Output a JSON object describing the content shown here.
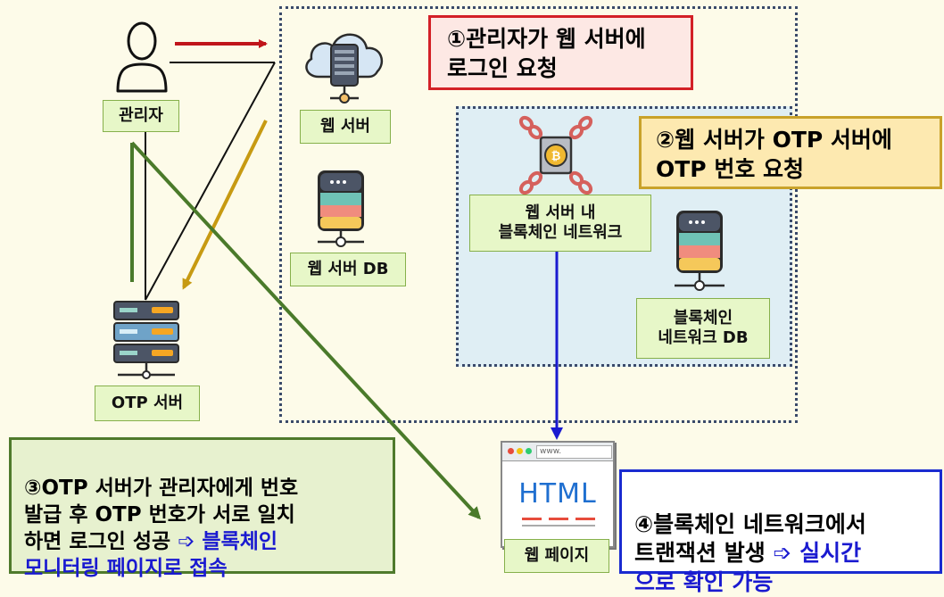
{
  "nodes": {
    "admin": "관리자",
    "web_server": "웹 서버",
    "web_db": "웹 서버 DB",
    "blockchain_in_web": "웹 서버 내\n블록체인 네트워크",
    "blockchain_db": "블록체인\n네트워크  DB",
    "otp_server": "OTP 서버",
    "web_page": "웹 페이지",
    "html_text": "HTML",
    "url_text": "www."
  },
  "steps": {
    "step1": "①관리자가 웹 서버에\n   로그인 요청",
    "step2": "②웹 서버가  OTP 서버에\n   OTP 번호 요청",
    "step3_a": "③OTP 서버가 관리자에게 번호\n   발급 후 OTP 번호가 서로 일치\n   하면 로그인 성공 ",
    "step3_b": "➩ 블록체인\n   모니터링 페이지로 접속",
    "step4_a": "④블록체인 네트워크에서\n   트랜잭션 발생 ",
    "step4_b": "➩ 실시간\n   으로 확인 가능"
  },
  "colors": {
    "arrow_red": "#c0151b",
    "arrow_gold": "#c79a12",
    "arrow_green": "#4a7a2a",
    "arrow_blue": "#1a1ad0",
    "label_bg": "#e7f7c8",
    "step1_border": "#d32027",
    "step2_bg": "#fde9b0",
    "step2_border": "#c9a22a",
    "step3_bg": "#e7f1cf",
    "step3_border": "#4f7a2c",
    "step4_border": "#1a2bd0"
  }
}
